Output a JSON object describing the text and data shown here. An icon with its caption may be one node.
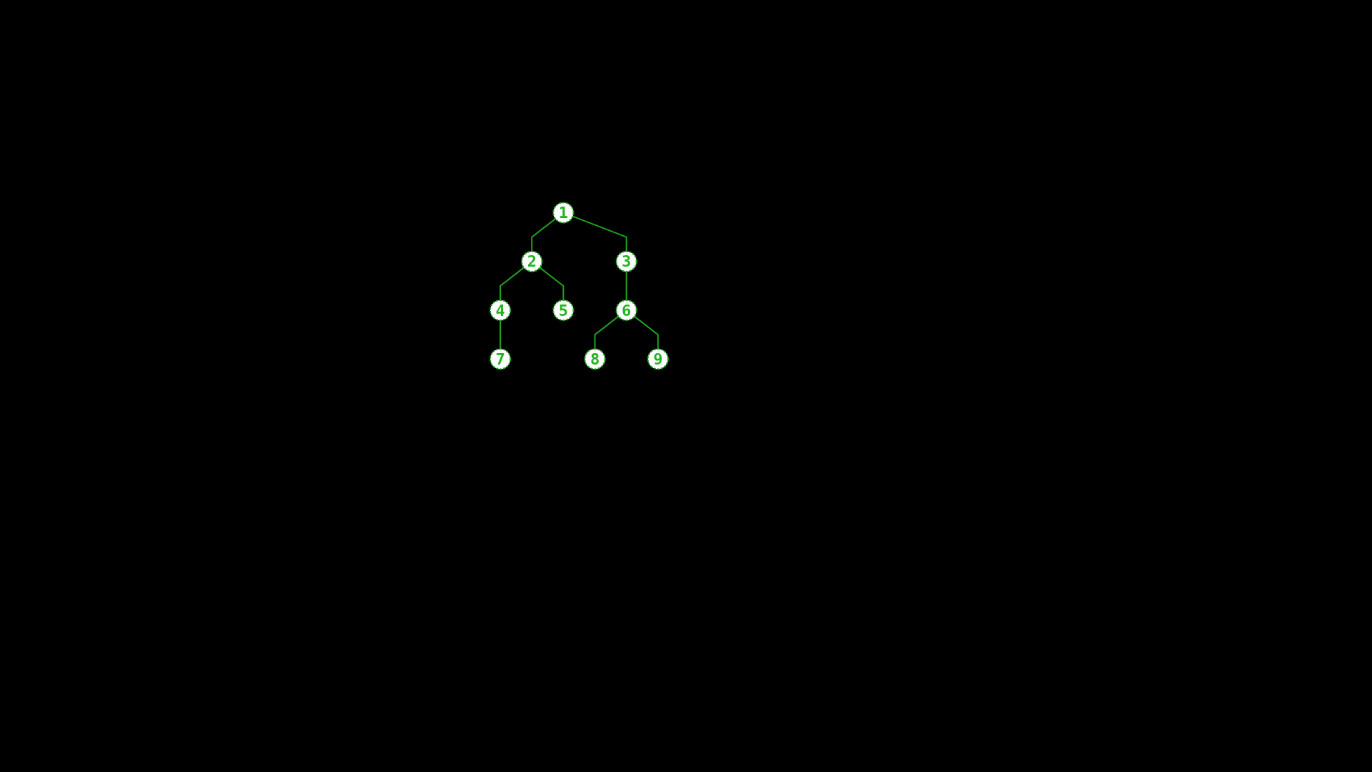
{
  "diagram": {
    "nodes": [
      {
        "text": [
          "1"
        ]
      },
      {
        "text": [
          "2"
        ]
      },
      {
        "text": [
          "3"
        ]
      },
      {
        "text": [
          "4"
        ]
      },
      {
        "text": [
          "5"
        ]
      },
      {
        "text": [
          "6"
        ]
      },
      {
        "text": [
          "7"
        ]
      },
      {
        "text": [
          "8"
        ]
      },
      {
        "text": [
          "9"
        ]
      }
    ],
    "edges": [
      {
        "from": 0,
        "to": 1,
        "arrow": "none"
      },
      {
        "from": 0,
        "to": 2,
        "arrow": "none"
      },
      {
        "from": 1,
        "to": 3,
        "arrow": "none"
      },
      {
        "from": 1,
        "to": 4,
        "arrow": "none"
      },
      {
        "from": 2,
        "to": 5,
        "arrow": "none"
      },
      {
        "from": 3,
        "to": 6,
        "arrow": "none"
      },
      {
        "from": 5,
        "to": 7,
        "arrow": "none"
      },
      {
        "from": 5,
        "to": 8,
        "arrow": "none"
      }
    ]
  }
}
